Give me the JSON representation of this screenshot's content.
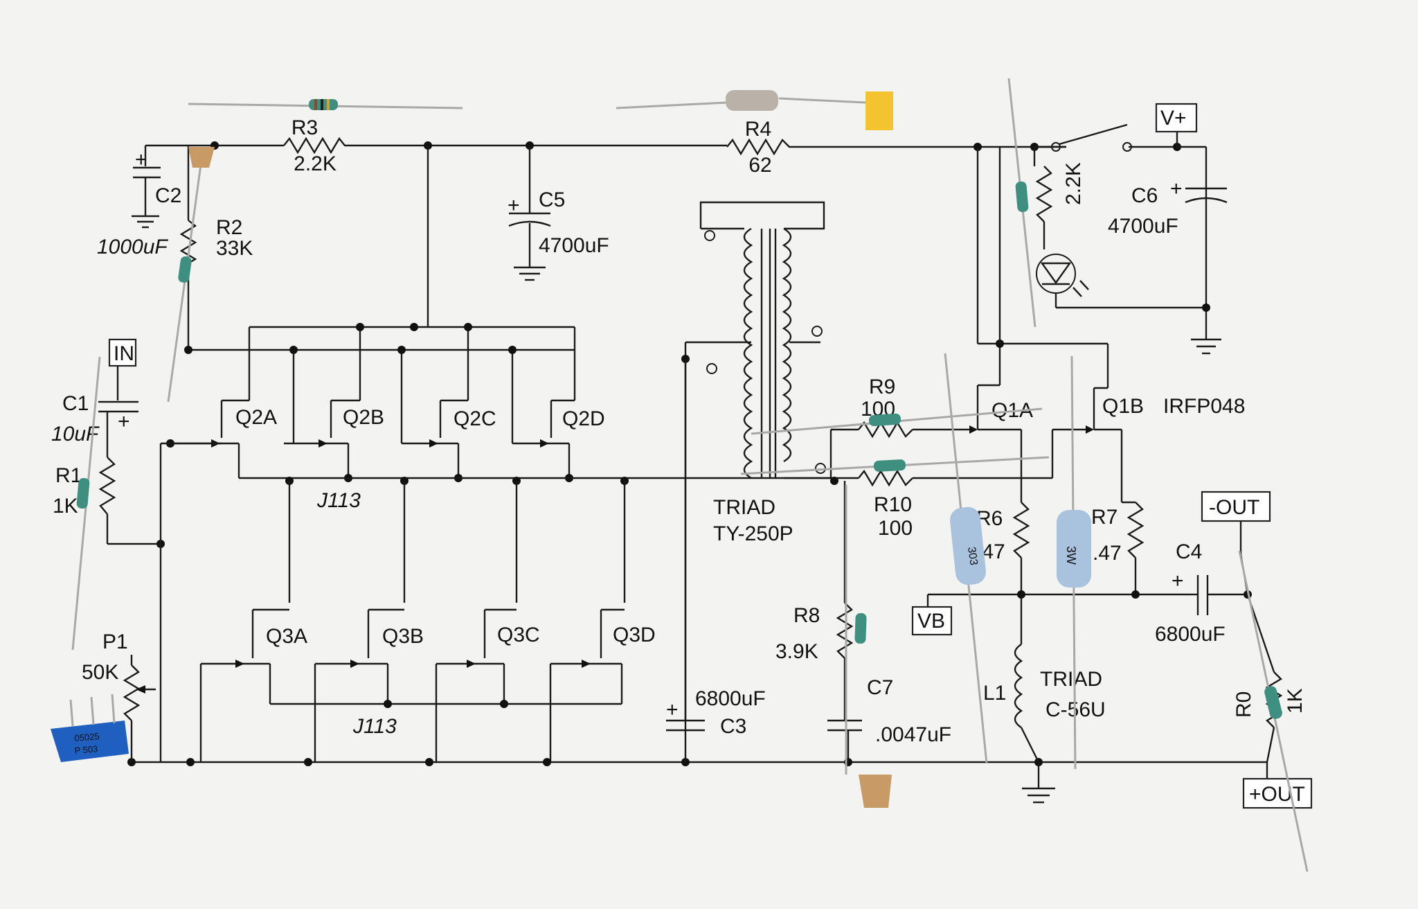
{
  "labels": {
    "r3": "R3",
    "r3_value": "2.2K",
    "r4": "R4",
    "r4_value": "62",
    "c2": "C2",
    "c2_value": "1000uF",
    "r2": "R2",
    "r2_value": "33K",
    "c5": "C5",
    "c5_value": "4700uF",
    "in": "IN",
    "c1": "C1",
    "c1_value": "10uF",
    "r1": "R1",
    "r1_value": "1K",
    "q2a": "Q2A",
    "q2b": "Q2B",
    "q2c": "Q2C",
    "q2d": "Q2D",
    "j113_top": "J113",
    "q3a": "Q3A",
    "q3b": "Q3B",
    "q3c": "Q3C",
    "q3d": "Q3D",
    "j113_bottom": "J113",
    "p1": "P1",
    "p1_value": "50K",
    "triad": "TRIAD",
    "transformer_model": "TY-250P",
    "c3": "C3",
    "c3_value": "6800uF",
    "r9": "R9",
    "r9_value": "100",
    "r10": "R10",
    "r10_value": "100",
    "r8": "R8",
    "r8_value": "3.9K",
    "c7": "C7",
    "c7_value": ".0047uF",
    "q1a": "Q1A",
    "q1b": "Q1B",
    "mosfet": "IRFP048",
    "r5_value": "2.2K",
    "c6": "C6",
    "c6_value": "4700uF",
    "v_plus": "V+",
    "r6": "R6",
    "r6_value": ".47",
    "r7": "R7",
    "r7_value": ".47",
    "vb": "VB",
    "l1": "L1",
    "l1_brand": "TRIAD",
    "l1_model": "C-56U",
    "c4": "C4",
    "c4_value": "6800uF",
    "minus_out": "-OUT",
    "plus_out": "+OUT",
    "r0": "R0",
    "r0_value": "1K",
    "plus": "+"
  },
  "component_prints": {
    "trimmer_top": "05025",
    "trimmer_bottom": "P 503",
    "r6_body": "303",
    "r7_body": "3W"
  },
  "colors": {
    "paper": "#f3f3f1",
    "ink": "#1a1a1a",
    "resistor_body": "#3f8f80",
    "lead_wire": "#a8a8a8",
    "ceramic_cap": "#c79a66",
    "tantalum_cap": "#f4c430",
    "trimmer_blue": "#1f5fbf",
    "power_resistor_blue": "#a9c3df",
    "wirewound_body": "#b9b2a8"
  }
}
